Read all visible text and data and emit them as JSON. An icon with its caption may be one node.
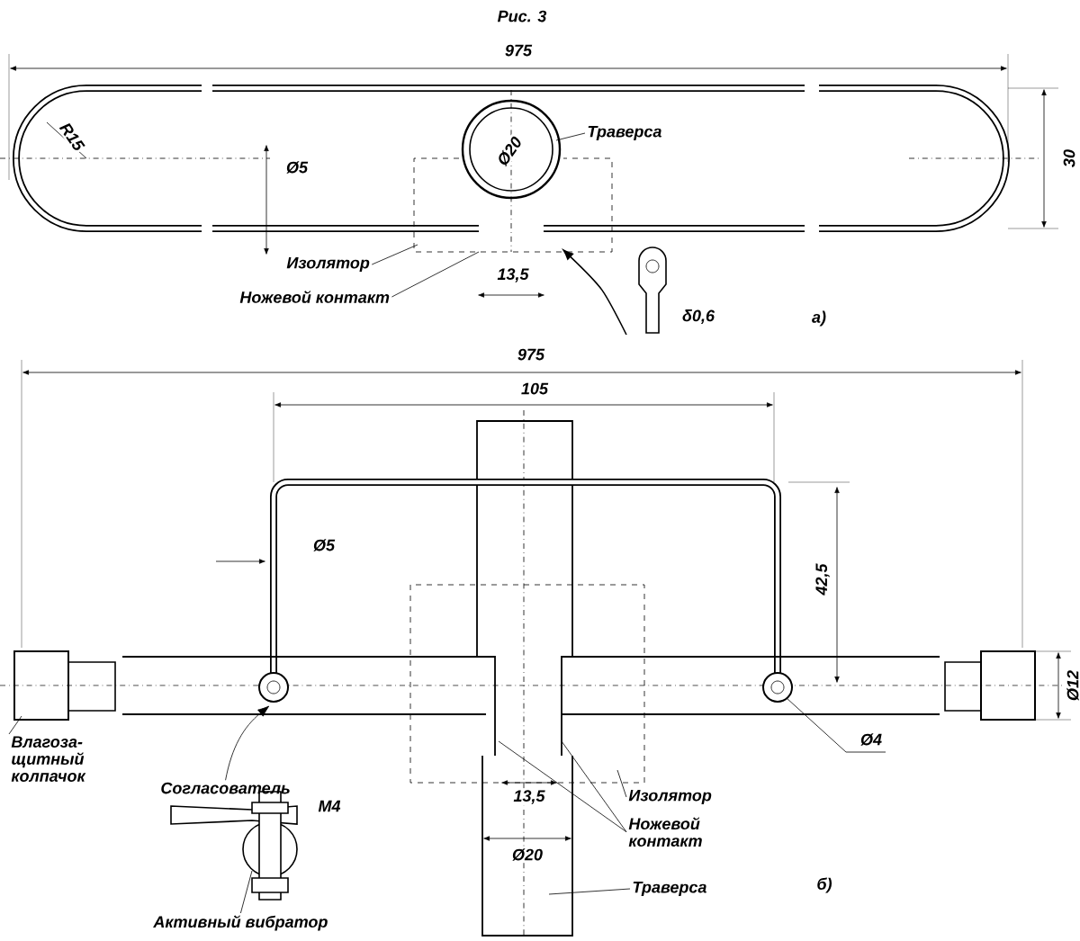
{
  "diagram": {
    "title": "Рис. 3",
    "nodes": [
      {
        "text": [
          "Траверса"
        ]
      },
      {
        "text": [
          "Изолятор"
        ]
      },
      {
        "text": [
          "Ножевой контакт"
        ]
      },
      {
        "text": [
          "Влагоза-щитный колпачок"
        ]
      },
      {
        "text": [
          "Согласователь"
        ]
      },
      {
        "text": [
          "Активный вибратор"
        ]
      },
      {
        "text": [
          "Изолятор"
        ]
      },
      {
        "text": [
          "Ножевой контакт"
        ]
      },
      {
        "text": [
          "Траверса"
        ]
      }
    ],
    "edges": [
      {
        "from": 0,
        "to": null,
        "arrow": "none"
      },
      {
        "from": 1,
        "to": null,
        "arrow": "none"
      },
      {
        "from": 2,
        "to": null,
        "arrow": "none"
      },
      {
        "from": 3,
        "to": null,
        "arrow": "none"
      },
      {
        "from": 4,
        "to": null,
        "arrow": "to"
      },
      {
        "from": 5,
        "to": null,
        "arrow": "none"
      },
      {
        "from": 6,
        "to": null,
        "arrow": "none"
      },
      {
        "from": 7,
        "to": null,
        "arrow": "none"
      },
      {
        "from": 7,
        "to": null,
        "arrow": "none"
      },
      {
        "from": 8,
        "to": null,
        "arrow": "none"
      }
    ],
    "labels": [
      "975",
      "R15",
      "Ø20",
      "Ø5",
      "30",
      "13,5",
      "δ0,6",
      "а)",
      "975",
      "105",
      "Ø5",
      "42,5",
      "Ø12",
      "Ø4",
      "М4",
      "13,5",
      "Ø20",
      "б)"
    ]
  }
}
